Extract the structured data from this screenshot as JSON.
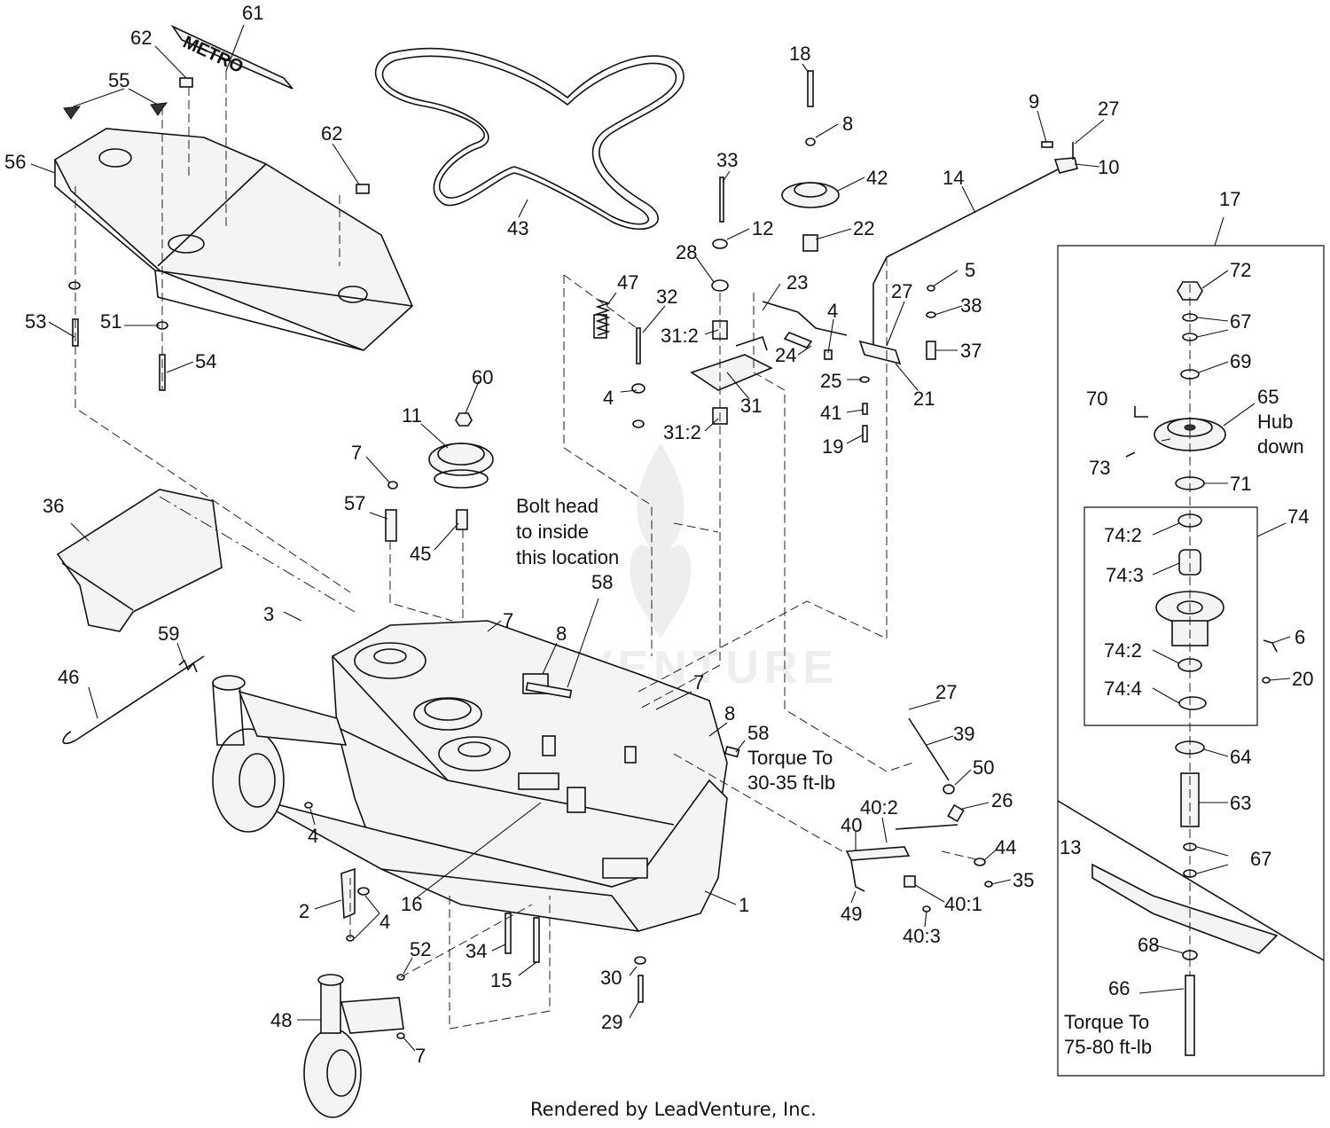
{
  "diagram": {
    "callouts": {
      "c61": "61",
      "c62a": "62",
      "c55": "55",
      "c56": "56",
      "c62b": "62",
      "c51": "51",
      "c53": "53",
      "c54": "54",
      "c43": "43",
      "c18": "18",
      "c8a": "8",
      "c42": "42",
      "c33": "33",
      "c12": "12",
      "c22": "22",
      "c28": "28",
      "c47": "47",
      "c32": "32",
      "c23": "23",
      "c31_2a": "31:2",
      "c4a": "4",
      "c31": "31",
      "c31_2b": "31:2",
      "c9": "9",
      "c27a": "27",
      "c10": "10",
      "c14": "14",
      "c5": "5",
      "c38": "38",
      "c27b": "27",
      "c4b": "4",
      "c37": "37",
      "c24": "24",
      "c25": "25",
      "c21": "21",
      "c41": "41",
      "c19": "19",
      "c17": "17",
      "c72": "72",
      "c67a": "67",
      "c69": "69",
      "c70": "70",
      "c65": "65",
      "c73": "73",
      "c71": "71",
      "c74": "74",
      "c74_2a": "74:2",
      "c74_3": "74:3",
      "c6": "6",
      "c74_2b": "74:2",
      "c20": "20",
      "c74_4": "74:4",
      "c64": "64",
      "c63": "63",
      "c67b": "67",
      "c13": "13",
      "c68": "68",
      "c66": "66",
      "c11": "11",
      "c60": "60",
      "c7a": "7",
      "c57": "57",
      "c45": "45",
      "c36": "36",
      "c58a": "58",
      "c3": "3",
      "c7b": "7",
      "c8b": "8",
      "c59": "59",
      "c46": "46",
      "c7c": "7",
      "c8c": "8",
      "c58b": "58",
      "c27c": "27",
      "c39": "39",
      "c50": "50",
      "c26": "26",
      "c40_2": "40:2",
      "c40": "40",
      "c44": "44",
      "c35": "35",
      "c40_1": "40:1",
      "c49": "49",
      "c40_3": "40:3",
      "c4c": "4",
      "c16": "16",
      "c1": "1",
      "c2": "2",
      "c4d": "4",
      "c34": "34",
      "c15": "15",
      "c30": "30",
      "c29": "29",
      "c52": "52",
      "c48": "48",
      "c7d": "7"
    },
    "notes": {
      "hub_line1": "Hub",
      "hub_line2": "down",
      "bolt_line1": "Bolt head",
      "bolt_line2": "to inside",
      "bolt_line3": "this location",
      "torque1_line1": "Torque To",
      "torque1_line2": "30-35 ft-lb",
      "torque2_line1": "Torque To",
      "torque2_line2": "75-80 ft-lb"
    },
    "logo_text": "METRO",
    "watermark_text": "LEADVENTURE",
    "footer": "Rendered by LeadVenture, Inc."
  }
}
